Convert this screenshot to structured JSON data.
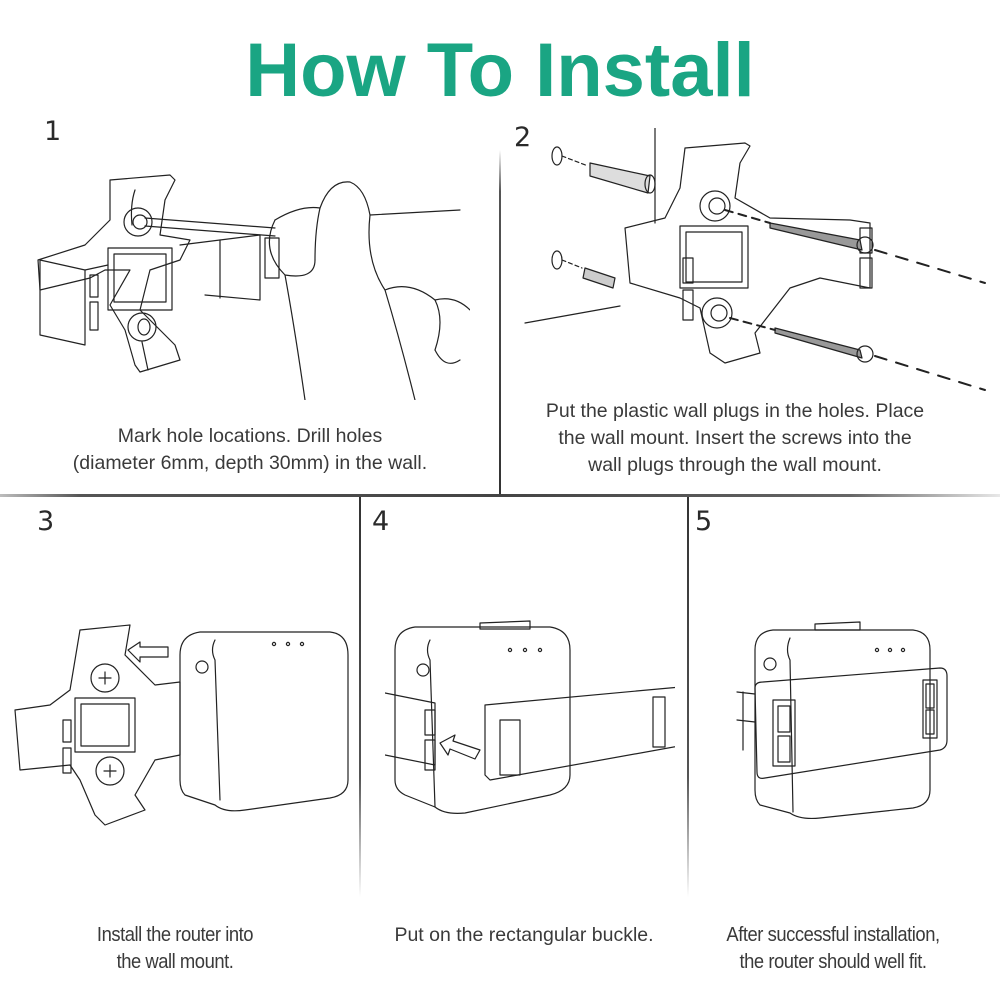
{
  "header": {
    "title": "How To Install",
    "title_color": "#1aa583"
  },
  "steps": [
    {
      "number": "1",
      "caption_lines": [
        "Mark hole locations. Drill holes",
        "(diameter 6mm, depth 30mm) in the wall."
      ],
      "illustration": "hand-marking-holes-through-wall-mount"
    },
    {
      "number": "2",
      "caption_lines": [
        "Put the plastic wall plugs in the holes. Place",
        "the wall mount. Insert the screws into the",
        "wall plugs through the wall mount."
      ],
      "illustration": "wall-plugs-and-screws-exploded-view"
    },
    {
      "number": "3",
      "caption_lines": [
        "Install the router into",
        "the wall mount."
      ],
      "illustration": "router-sliding-into-wall-mount"
    },
    {
      "number": "4",
      "caption_lines": [
        "Put on the rectangular buckle."
      ],
      "illustration": "buckle-being-attached-to-router"
    },
    {
      "number": "5",
      "caption_lines": [
        "After successful installation,",
        "the router should well fit."
      ],
      "illustration": "router-mounted-with-buckle"
    }
  ],
  "colors": {
    "accent": "#1aa583",
    "text": "#3a3a3a",
    "line_art": "#222222",
    "divider": "#444444"
  }
}
